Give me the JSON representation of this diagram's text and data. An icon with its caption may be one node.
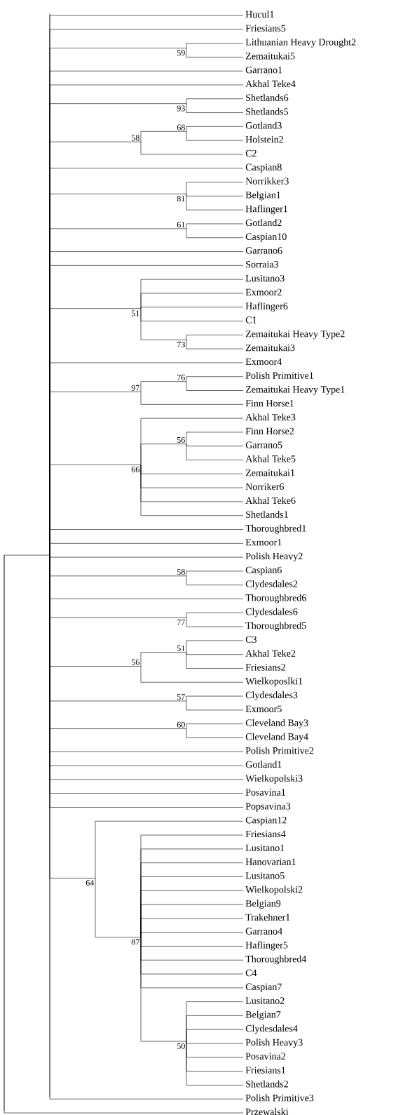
{
  "diagram": {
    "nodes": [
      {
        "text": [],
        "shape": "line"
      },
      {
        "text": [],
        "shape": "line"
      },
      {
        "text": [
          "Hucul1"
        ]
      },
      {
        "text": [
          "Friesians5"
        ]
      },
      {
        "text": [
          "59"
        ]
      },
      {
        "text": [
          "Lithuanian Heavy Drought2"
        ]
      },
      {
        "text": [
          "Zemaitukai5"
        ]
      },
      {
        "text": [
          "Garrano1"
        ]
      },
      {
        "text": [
          "Akhal Teke4"
        ]
      },
      {
        "text": [
          "93"
        ]
      },
      {
        "text": [
          "Shetlands6"
        ]
      },
      {
        "text": [
          "Shetlands5"
        ]
      },
      {
        "text": [
          "58"
        ]
      },
      {
        "text": [
          "68"
        ]
      },
      {
        "text": [
          "Gotland3"
        ]
      },
      {
        "text": [
          "Holstein2"
        ]
      },
      {
        "text": [
          "C2"
        ]
      },
      {
        "text": [
          "Caspian8"
        ]
      },
      {
        "text": [
          "81"
        ]
      },
      {
        "text": [
          "Norrikker3"
        ]
      },
      {
        "text": [
          "Belgian1"
        ]
      },
      {
        "text": [
          "Haflinger1"
        ]
      },
      {
        "text": [
          "61"
        ]
      },
      {
        "text": [
          "Gotland2"
        ]
      },
      {
        "text": [
          "Caspian10"
        ]
      },
      {
        "text": [
          "Garrano6"
        ]
      },
      {
        "text": [
          "Sorraia3"
        ]
      },
      {
        "text": [
          "51"
        ]
      },
      {
        "text": [
          "Lusitano3"
        ]
      },
      {
        "text": [
          "Exmoor2"
        ]
      },
      {
        "text": [
          "Haflinger6"
        ]
      },
      {
        "text": [
          "C1"
        ]
      },
      {
        "text": [
          "73"
        ]
      },
      {
        "text": [
          "Zemaitukai Heavy Type2"
        ]
      },
      {
        "text": [
          "Zemaitukai3"
        ]
      },
      {
        "text": [
          "Exmoor4"
        ]
      },
      {
        "text": [
          "97"
        ]
      },
      {
        "text": [
          "76"
        ]
      },
      {
        "text": [
          "Polish Primitive1"
        ]
      },
      {
        "text": [
          "Zemaitukai Heavy Type1"
        ]
      },
      {
        "text": [
          "Finn Horse1"
        ]
      },
      {
        "text": [
          "66"
        ]
      },
      {
        "text": [
          "Akhal Teke3"
        ]
      },
      {
        "text": [
          "56"
        ]
      },
      {
        "text": [
          "Finn Horse2"
        ]
      },
      {
        "text": [
          "Garrano5"
        ]
      },
      {
        "text": [
          "Akhal Teke5"
        ]
      },
      {
        "text": [
          "Zemaitukai1"
        ]
      },
      {
        "text": [
          "Norriker6"
        ]
      },
      {
        "text": [
          "Akhal Teke6"
        ]
      },
      {
        "text": [
          "Shetlands1"
        ]
      },
      {
        "text": [
          "Thoroughbred1"
        ]
      },
      {
        "text": [
          "Exmoor1"
        ]
      },
      {
        "text": [
          "Polish Heavy2"
        ]
      },
      {
        "text": [
          "58"
        ]
      },
      {
        "text": [
          "Caspian6"
        ]
      },
      {
        "text": [
          "Clydesdales2"
        ]
      },
      {
        "text": [
          "Thoroughbred6"
        ]
      },
      {
        "text": [
          "77"
        ]
      },
      {
        "text": [
          "Clydesdales6"
        ]
      },
      {
        "text": [
          "Thoroughbred5"
        ]
      },
      {
        "text": [
          "56"
        ]
      },
      {
        "text": [
          "51"
        ]
      },
      {
        "text": [
          "C3"
        ]
      },
      {
        "text": [
          "Akhal Teke2"
        ]
      },
      {
        "text": [
          "Friesians2"
        ]
      },
      {
        "text": [
          "Wielkoposlki1"
        ]
      },
      {
        "text": [
          "57"
        ]
      },
      {
        "text": [
          "Clydesdales3"
        ]
      },
      {
        "text": [
          "Exmoor5"
        ]
      },
      {
        "text": [
          "60"
        ]
      },
      {
        "text": [
          "Cleveland Bay3"
        ]
      },
      {
        "text": [
          "Cleveland Bay4"
        ]
      },
      {
        "text": [
          "Polish Primitive2"
        ]
      },
      {
        "text": [
          "Gotland1"
        ]
      },
      {
        "text": [
          "Wielkopolski3"
        ]
      },
      {
        "text": [
          "Posavina1"
        ]
      },
      {
        "text": [
          "Popsavina3"
        ]
      },
      {
        "text": [
          "64"
        ]
      },
      {
        "text": [
          "Caspian12"
        ]
      },
      {
        "text": [
          "87"
        ]
      },
      {
        "text": [
          "Friesians4"
        ]
      },
      {
        "text": [
          "Lusitano1"
        ]
      },
      {
        "text": [
          "Hanovarian1"
        ]
      },
      {
        "text": [
          "Lusitano5"
        ]
      },
      {
        "text": [
          "Wielkopolski2"
        ]
      },
      {
        "text": [
          "Belgian9"
        ]
      },
      {
        "text": [
          "Trakehner1"
        ]
      },
      {
        "text": [
          "Garrano4"
        ]
      },
      {
        "text": [
          "Haflinger5"
        ]
      },
      {
        "text": [
          "Thoroughbred4"
        ]
      },
      {
        "text": [
          "C4"
        ]
      },
      {
        "text": [
          "Caspian7"
        ]
      },
      {
        "text": [
          "50"
        ]
      },
      {
        "text": [
          "Lusitano2"
        ]
      },
      {
        "text": [
          "Belgian7"
        ]
      },
      {
        "text": [
          "Clydesdales4"
        ]
      },
      {
        "text": [
          "Polish Heavy3"
        ]
      },
      {
        "text": [
          "Posavina2"
        ]
      },
      {
        "text": [
          "Friesians1"
        ]
      },
      {
        "text": [
          "Shetlands2"
        ]
      },
      {
        "text": [
          "Polish Primitive3"
        ]
      },
      {
        "text": [
          "Przewalski"
        ]
      }
    ],
    "edges": [
      {
        "from": 0,
        "to": 1,
        "arrow": "none"
      },
      {
        "from": 0,
        "to": 102,
        "arrow": "none"
      },
      {
        "from": 1,
        "to": 2,
        "arrow": "none"
      },
      {
        "from": 1,
        "to": 3,
        "arrow": "none"
      },
      {
        "from": 1,
        "to": 4,
        "arrow": "none"
      },
      {
        "from": 4,
        "to": 5,
        "arrow": "none"
      },
      {
        "from": 4,
        "to": 6,
        "arrow": "none"
      },
      {
        "from": 1,
        "to": 7,
        "arrow": "none"
      },
      {
        "from": 1,
        "to": 8,
        "arrow": "none"
      },
      {
        "from": 1,
        "to": 9,
        "arrow": "none"
      },
      {
        "from": 9,
        "to": 10,
        "arrow": "none"
      },
      {
        "from": 9,
        "to": 11,
        "arrow": "none"
      },
      {
        "from": 1,
        "to": 12,
        "arrow": "none"
      },
      {
        "from": 12,
        "to": 13,
        "arrow": "none"
      },
      {
        "from": 13,
        "to": 14,
        "arrow": "none"
      },
      {
        "from": 13,
        "to": 15,
        "arrow": "none"
      },
      {
        "from": 12,
        "to": 16,
        "arrow": "none"
      },
      {
        "from": 1,
        "to": 17,
        "arrow": "none"
      },
      {
        "from": 1,
        "to": 18,
        "arrow": "none"
      },
      {
        "from": 18,
        "to": 19,
        "arrow": "none"
      },
      {
        "from": 18,
        "to": 20,
        "arrow": "none"
      },
      {
        "from": 18,
        "to": 21,
        "arrow": "none"
      },
      {
        "from": 1,
        "to": 22,
        "arrow": "none"
      },
      {
        "from": 22,
        "to": 23,
        "arrow": "none"
      },
      {
        "from": 22,
        "to": 24,
        "arrow": "none"
      },
      {
        "from": 1,
        "to": 25,
        "arrow": "none"
      },
      {
        "from": 1,
        "to": 26,
        "arrow": "none"
      },
      {
        "from": 1,
        "to": 27,
        "arrow": "none"
      },
      {
        "from": 27,
        "to": 28,
        "arrow": "none"
      },
      {
        "from": 27,
        "to": 29,
        "arrow": "none"
      },
      {
        "from": 27,
        "to": 30,
        "arrow": "none"
      },
      {
        "from": 27,
        "to": 31,
        "arrow": "none"
      },
      {
        "from": 27,
        "to": 32,
        "arrow": "none"
      },
      {
        "from": 32,
        "to": 33,
        "arrow": "none"
      },
      {
        "from": 32,
        "to": 34,
        "arrow": "none"
      },
      {
        "from": 1,
        "to": 35,
        "arrow": "none"
      },
      {
        "from": 1,
        "to": 36,
        "arrow": "none"
      },
      {
        "from": 36,
        "to": 37,
        "arrow": "none"
      },
      {
        "from": 37,
        "to": 38,
        "arrow": "none"
      },
      {
        "from": 37,
        "to": 39,
        "arrow": "none"
      },
      {
        "from": 36,
        "to": 40,
        "arrow": "none"
      },
      {
        "from": 1,
        "to": 41,
        "arrow": "none"
      },
      {
        "from": 41,
        "to": 42,
        "arrow": "none"
      },
      {
        "from": 41,
        "to": 43,
        "arrow": "none"
      },
      {
        "from": 43,
        "to": 44,
        "arrow": "none"
      },
      {
        "from": 43,
        "to": 45,
        "arrow": "none"
      },
      {
        "from": 43,
        "to": 46,
        "arrow": "none"
      },
      {
        "from": 41,
        "to": 47,
        "arrow": "none"
      },
      {
        "from": 41,
        "to": 48,
        "arrow": "none"
      },
      {
        "from": 41,
        "to": 49,
        "arrow": "none"
      },
      {
        "from": 41,
        "to": 50,
        "arrow": "none"
      },
      {
        "from": 1,
        "to": 51,
        "arrow": "none"
      },
      {
        "from": 1,
        "to": 52,
        "arrow": "none"
      },
      {
        "from": 1,
        "to": 53,
        "arrow": "none"
      },
      {
        "from": 1,
        "to": 54,
        "arrow": "none"
      },
      {
        "from": 54,
        "to": 55,
        "arrow": "none"
      },
      {
        "from": 54,
        "to": 56,
        "arrow": "none"
      },
      {
        "from": 1,
        "to": 57,
        "arrow": "none"
      },
      {
        "from": 1,
        "to": 58,
        "arrow": "none"
      },
      {
        "from": 58,
        "to": 59,
        "arrow": "none"
      },
      {
        "from": 58,
        "to": 60,
        "arrow": "none"
      },
      {
        "from": 1,
        "to": 61,
        "arrow": "none"
      },
      {
        "from": 61,
        "to": 62,
        "arrow": "none"
      },
      {
        "from": 62,
        "to": 63,
        "arrow": "none"
      },
      {
        "from": 62,
        "to": 64,
        "arrow": "none"
      },
      {
        "from": 62,
        "to": 65,
        "arrow": "none"
      },
      {
        "from": 61,
        "to": 66,
        "arrow": "none"
      },
      {
        "from": 1,
        "to": 67,
        "arrow": "none"
      },
      {
        "from": 67,
        "to": 68,
        "arrow": "none"
      },
      {
        "from": 67,
        "to": 69,
        "arrow": "none"
      },
      {
        "from": 1,
        "to": 70,
        "arrow": "none"
      },
      {
        "from": 70,
        "to": 71,
        "arrow": "none"
      },
      {
        "from": 70,
        "to": 72,
        "arrow": "none"
      },
      {
        "from": 1,
        "to": 73,
        "arrow": "none"
      },
      {
        "from": 1,
        "to": 74,
        "arrow": "none"
      },
      {
        "from": 1,
        "to": 75,
        "arrow": "none"
      },
      {
        "from": 1,
        "to": 76,
        "arrow": "none"
      },
      {
        "from": 1,
        "to": 77,
        "arrow": "none"
      },
      {
        "from": 1,
        "to": 78,
        "arrow": "none"
      },
      {
        "from": 78,
        "to": 79,
        "arrow": "none"
      },
      {
        "from": 78,
        "to": 80,
        "arrow": "none"
      },
      {
        "from": 80,
        "to": 81,
        "arrow": "none"
      },
      {
        "from": 80,
        "to": 82,
        "arrow": "none"
      },
      {
        "from": 80,
        "to": 83,
        "arrow": "none"
      },
      {
        "from": 80,
        "to": 84,
        "arrow": "none"
      },
      {
        "from": 80,
        "to": 85,
        "arrow": "none"
      },
      {
        "from": 80,
        "to": 86,
        "arrow": "none"
      },
      {
        "from": 80,
        "to": 87,
        "arrow": "none"
      },
      {
        "from": 80,
        "to": 88,
        "arrow": "none"
      },
      {
        "from": 80,
        "to": 89,
        "arrow": "none"
      },
      {
        "from": 80,
        "to": 90,
        "arrow": "none"
      },
      {
        "from": 80,
        "to": 91,
        "arrow": "none"
      },
      {
        "from": 80,
        "to": 92,
        "arrow": "none"
      },
      {
        "from": 80,
        "to": 93,
        "arrow": "none"
      },
      {
        "from": 93,
        "to": 94,
        "arrow": "none"
      },
      {
        "from": 93,
        "to": 95,
        "arrow": "none"
      },
      {
        "from": 93,
        "to": 96,
        "arrow": "none"
      },
      {
        "from": 93,
        "to": 97,
        "arrow": "none"
      },
      {
        "from": 93,
        "to": 98,
        "arrow": "none"
      },
      {
        "from": 93,
        "to": 99,
        "arrow": "none"
      },
      {
        "from": 93,
        "to": 100,
        "arrow": "none"
      },
      {
        "from": 1,
        "to": 101,
        "arrow": "none"
      }
    ]
  }
}
